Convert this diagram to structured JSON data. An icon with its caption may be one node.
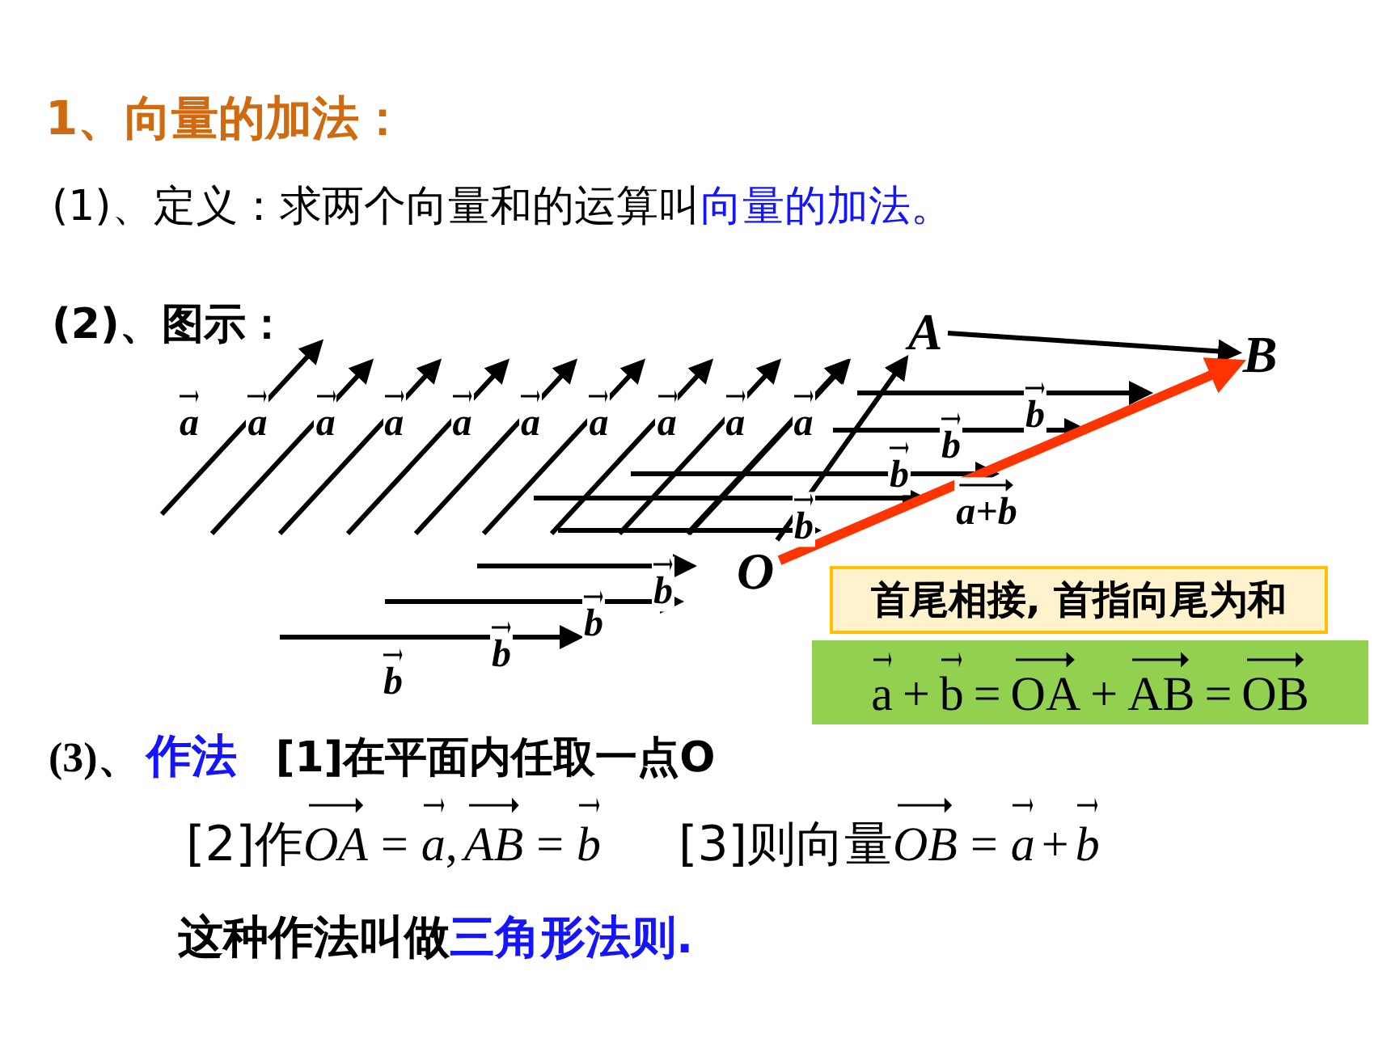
{
  "diagram": {
    "nodes": [
      {
        "text": [
          "A"
        ]
      },
      {
        "text": [
          "B"
        ]
      },
      {
        "text": [
          "O"
        ]
      },
      {
        "text": [
          "首尾相接, 首指向尾为和"
        ]
      },
      {
        "text": [
          "a",
          "+",
          "b",
          "=",
          "OA",
          "+",
          "AB",
          "=",
          "OB"
        ]
      }
    ],
    "edges": [
      {
        "from": 2,
        "to": 0,
        "arrow": "to"
      },
      {
        "from": 0,
        "to": 1,
        "arrow": "to"
      },
      {
        "from": 2,
        "to": 1,
        "arrow": "to",
        "style": "thick",
        "color": "#ff3300"
      }
    ],
    "labels": [
      "1、向量的加法：",
      "(1)、定义：求两个向量和的运算叫",
      "向量的加法。",
      "(2)、图示：",
      "a",
      "a",
      "a",
      "a",
      "a",
      "a",
      "a",
      "a",
      "a",
      "a",
      "b",
      "b",
      "b",
      "b",
      "b",
      "b",
      "b",
      "b",
      "a+b",
      "(3)、",
      "作法",
      "[1]在平面内任取一点O",
      "[2]作",
      "OA",
      "=",
      "a",
      ",",
      "AB",
      "=",
      "b",
      "[3]则向量",
      "OB",
      "=",
      "a",
      "+",
      "b",
      "这种作法叫做",
      "三角形法则."
    ]
  }
}
